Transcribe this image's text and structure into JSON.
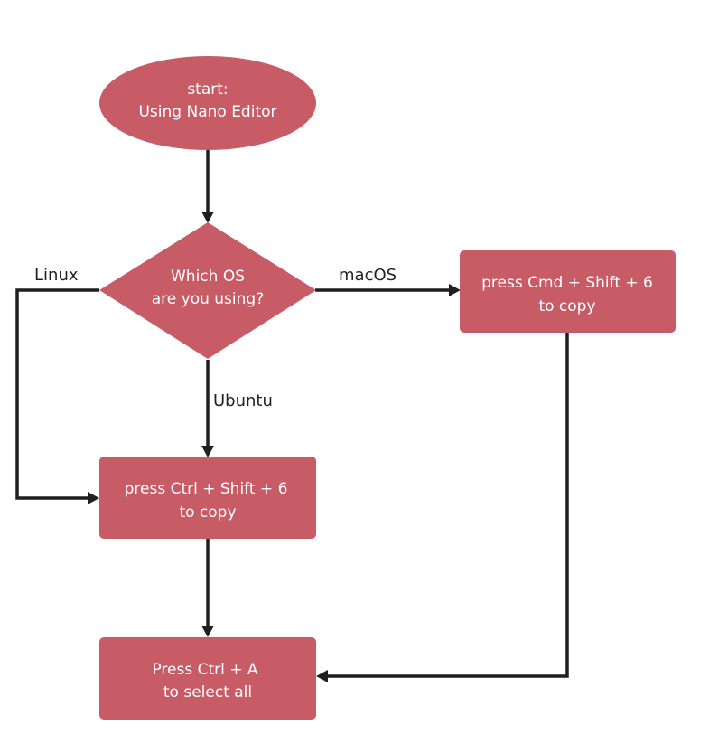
{
  "colors": {
    "node_fill": "#c75c67",
    "edge": "#1f1f1f",
    "node_text": "#ffffff",
    "label_text": "#222222"
  },
  "nodes": {
    "start": {
      "shape": "ellipse",
      "lines": [
        "start:",
        "Using Nano Editor"
      ]
    },
    "decision": {
      "shape": "diamond",
      "lines": [
        "Which OS",
        "are you using?"
      ]
    },
    "mac_copy": {
      "shape": "rect",
      "lines": [
        "press Cmd + Shift + 6",
        "to copy"
      ]
    },
    "ctrl_copy": {
      "shape": "rect",
      "lines": [
        "press Ctrl + Shift + 6",
        "to copy"
      ]
    },
    "select_all": {
      "shape": "rect",
      "lines": [
        "Press Ctrl + A",
        "to select all"
      ]
    }
  },
  "edges": [
    {
      "from": "start",
      "to": "decision",
      "label": ""
    },
    {
      "from": "decision",
      "to": "mac_copy",
      "label": "macOS"
    },
    {
      "from": "decision",
      "to": "ctrl_copy",
      "label": "Linux"
    },
    {
      "from": "decision",
      "to": "ctrl_copy",
      "label": "Ubuntu"
    },
    {
      "from": "ctrl_copy",
      "to": "select_all",
      "label": ""
    },
    {
      "from": "mac_copy",
      "to": "select_all",
      "label": ""
    }
  ],
  "labels": {
    "linux": "Linux",
    "macos": "macOS",
    "ubuntu": "Ubuntu"
  }
}
